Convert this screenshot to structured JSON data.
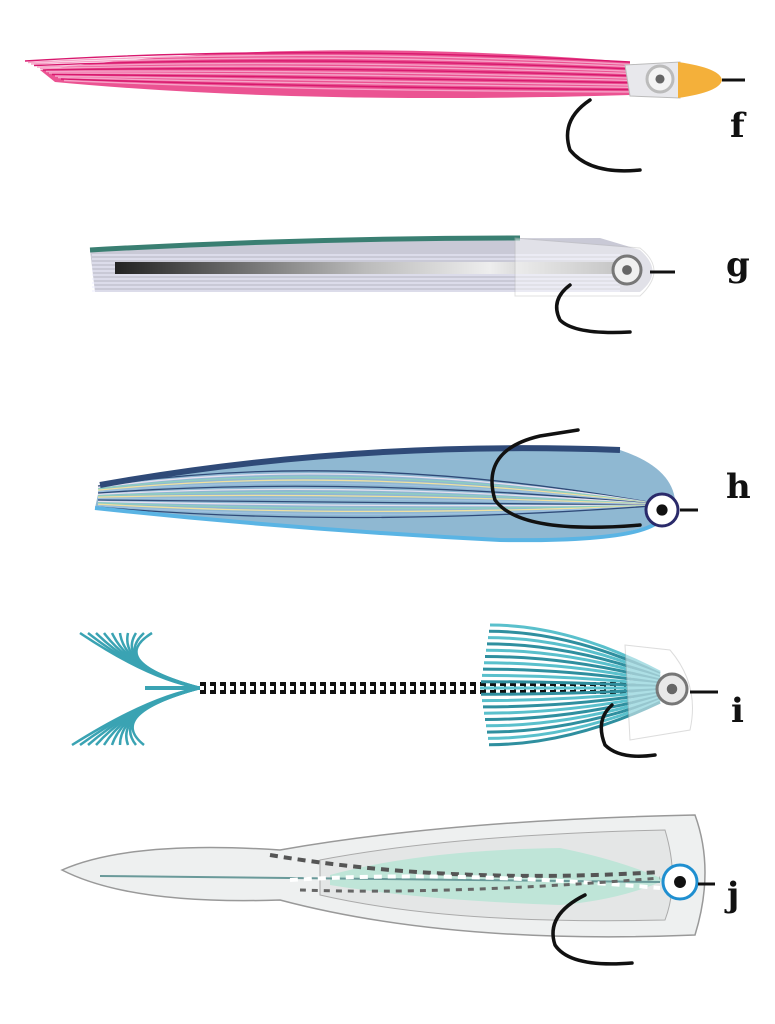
{
  "figure": {
    "flies": [
      {
        "id": "f",
        "label": "f",
        "body_color": "#e8357f",
        "head_color": "#f4b03a"
      },
      {
        "id": "g",
        "label": "g",
        "body_color": "#c9c9d6",
        "back_color": "#3a7f72"
      },
      {
        "id": "h",
        "label": "h",
        "body_color": "#8fb8d2",
        "back_color": "#2f4a78"
      },
      {
        "id": "i",
        "label": "i",
        "body_color": "#3aa3b3"
      },
      {
        "id": "j",
        "label": "j",
        "body_color": "#bfe5d8",
        "eye_ring_color": "#1f8fd0"
      }
    ]
  }
}
